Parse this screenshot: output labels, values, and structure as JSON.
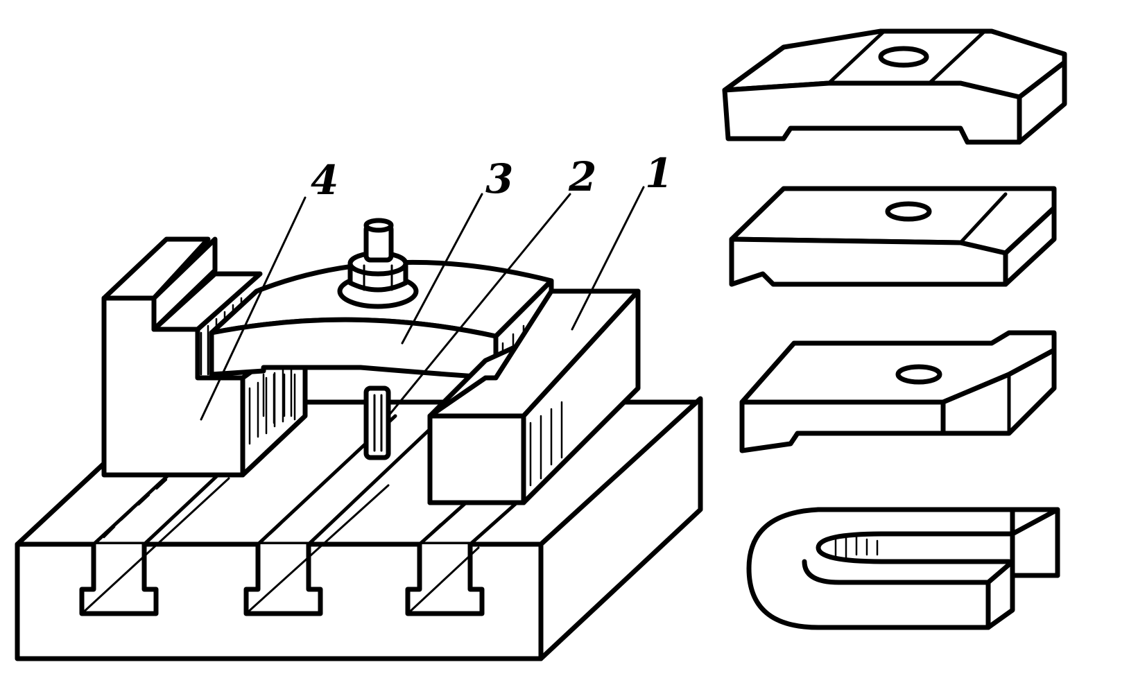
{
  "figure": {
    "callouts": [
      {
        "id": "1",
        "label": "1"
      },
      {
        "id": "2",
        "label": "2"
      },
      {
        "id": "3",
        "label": "3"
      },
      {
        "id": "4",
        "label": "4"
      }
    ],
    "clamp_variants": [
      "plain-clamp-plate",
      "stepped-clamp-plate",
      "forked-tongue-clamp",
      "u-slot-clamp"
    ]
  }
}
